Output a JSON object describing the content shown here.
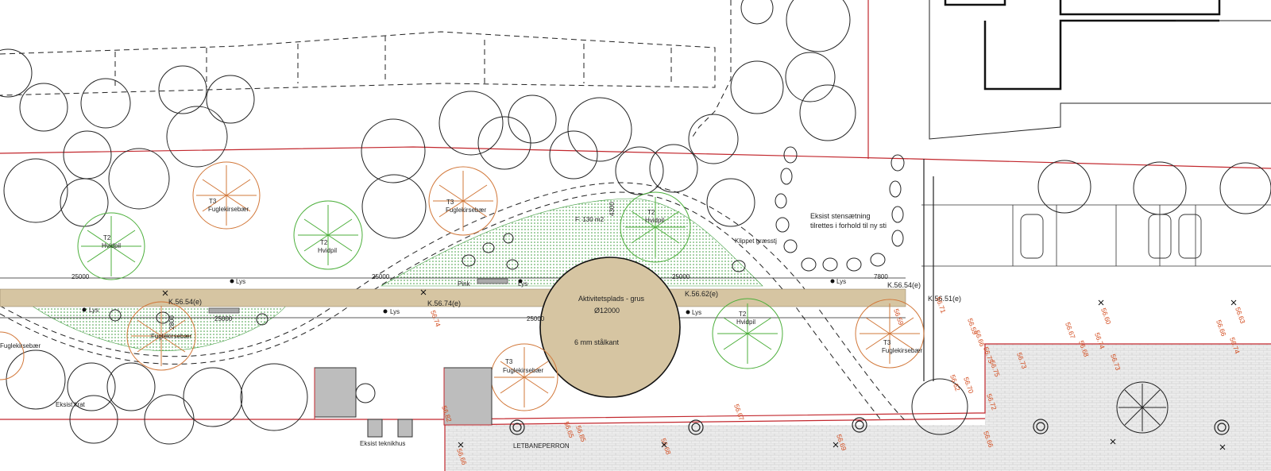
{
  "labels": {
    "T3_a_code": "T3",
    "T3_a_name": "Fuglekirsebær",
    "T2_a_code": "T2",
    "T2_a_name": "Hvidpil",
    "T2_b_code": "T2",
    "T2_b_name": "Hvidpil",
    "T3_b_code": "T3",
    "T3_b_name": "Fuglekirsebær",
    "T2_c_code": "T2",
    "T2_c_name": "Hvidpil",
    "T3_c_code": "T3",
    "T3_c_name": "Fuglekirsebær",
    "T2_d_code": "T2",
    "T2_d_name": "Hvidpil",
    "T3_d_code": "T3",
    "T3_d_name": "Fuglekirsebær",
    "T3_e_code": "T3",
    "T3_e_name": "Fuglekirsebær",
    "T3_f_name": "Fuglekirsebær",
    "area": "F: 130 m2",
    "dim_4300": "4300",
    "activity": "Aktivitetsplads - grus",
    "diameter": "Ø12000",
    "steel_edge": "6 mm stålkant",
    "stone_setting_1": "Eksist stensætning",
    "stone_setting_2": "tilrettes i forhold til ny sti",
    "grass": "Klippet græsstj",
    "thicket": "Eksist krat",
    "technical_house": "Eksist teknikhus",
    "platform": "LETBANEPERRON",
    "bench": "Pink",
    "lys": "Lys",
    "dim_25000_a": "25000",
    "dim_25000_b": "25000",
    "dim_25000_c": "25000",
    "dim_25000_d": "25000",
    "dim_25000_e": "25000",
    "dim_7800": "7800",
    "k_5654_a": "K.56.54(e)",
    "k_5674": "K.56.74(e)",
    "k_5662": "K.56.62(e)",
    "k_5654_b": "K.56.54(e)",
    "k_5651": "K.56.51(e)",
    "dim_2800": "2800"
  },
  "levels_red": [
    "56.74",
    "56.59",
    "56.66",
    "56.75",
    "56.75",
    "56.60",
    "56.67",
    "56.68",
    "56.74",
    "56.73",
    "56.73",
    "56.66",
    "56.74",
    "56.63",
    "56.62",
    "56.72",
    "56.71",
    "56.67",
    "56.68",
    "56.69",
    "56.65",
    "56.66",
    "56.85",
    "56.66",
    "56.70",
    "56.59",
    "56.82"
  ],
  "colors": {
    "path": "#d6c5a2",
    "tree_green": "#4caf3b",
    "tree_orange": "#d2783a",
    "hatch": "#3a9a3a",
    "red": "#c2272d",
    "gray": "#bdbdbd"
  }
}
